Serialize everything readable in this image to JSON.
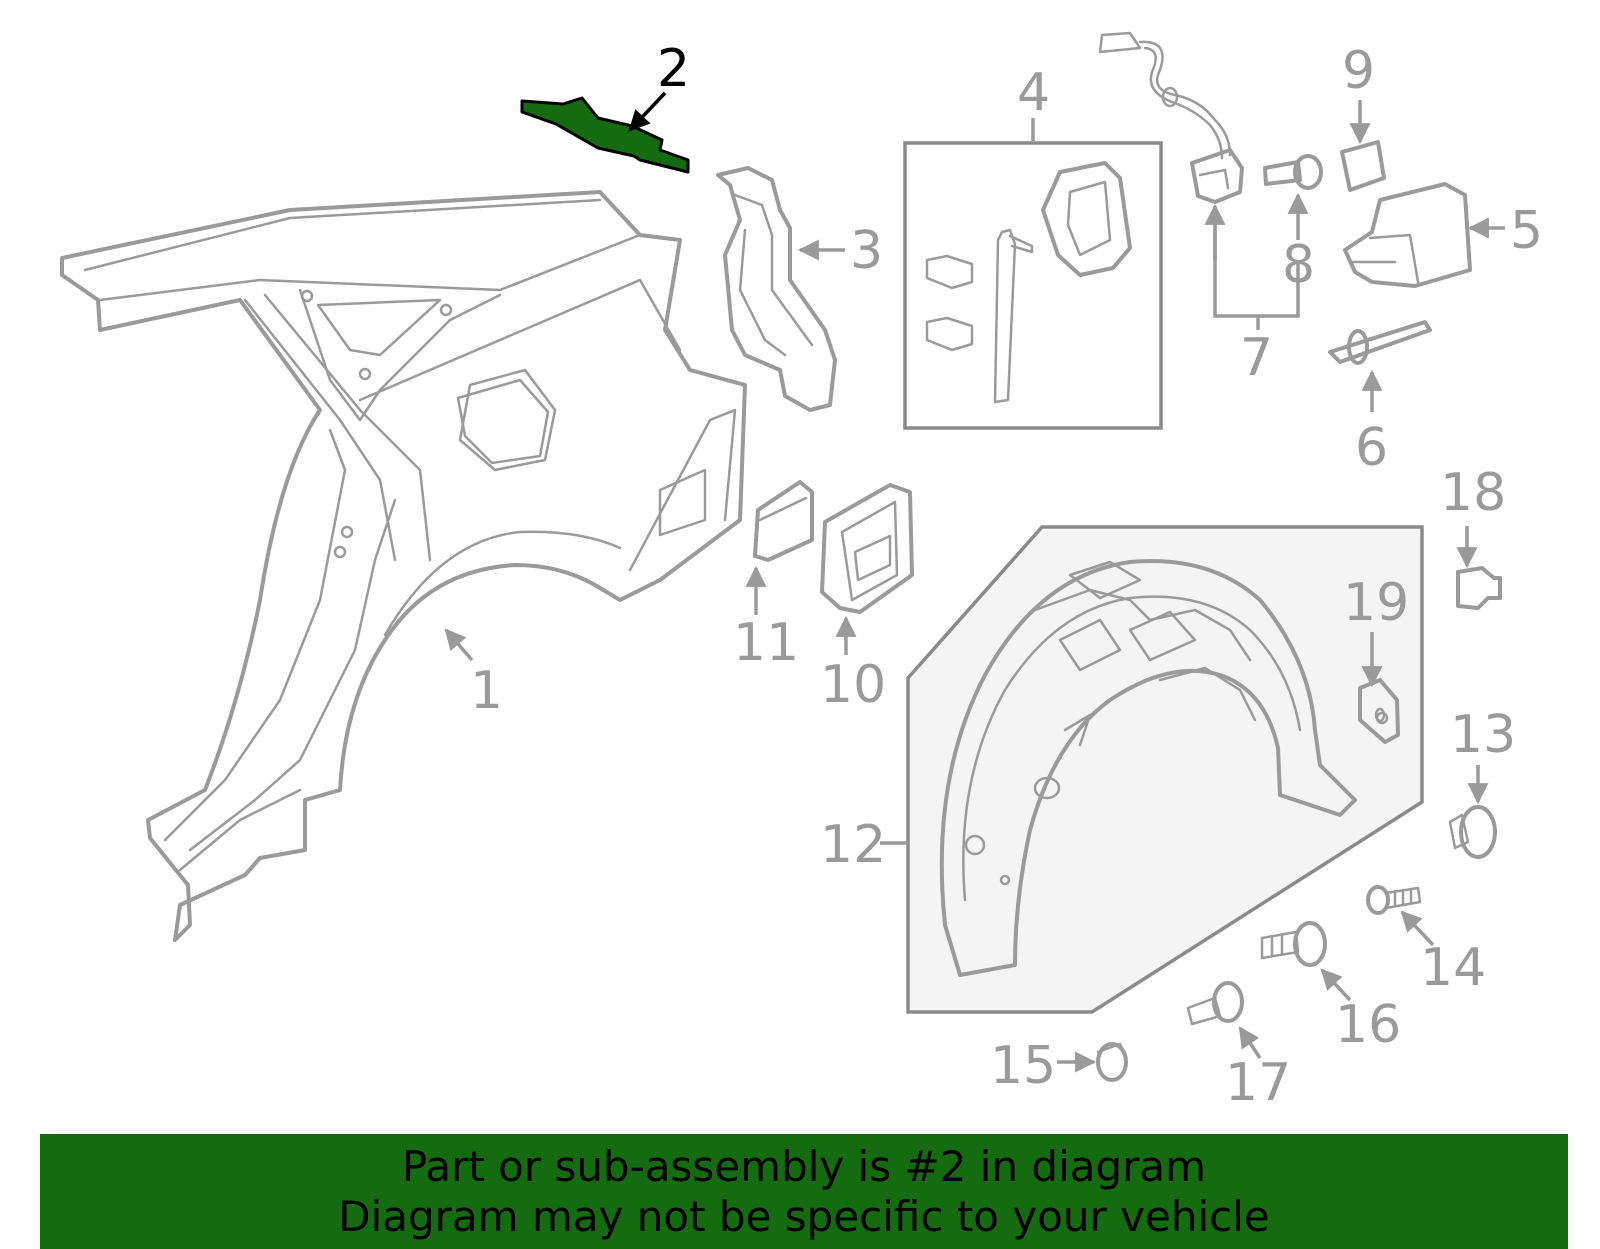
{
  "diagram": {
    "callouts": {
      "p1": "1",
      "p2": "2",
      "p3": "3",
      "p4": "4",
      "p5": "5",
      "p6": "6",
      "p7": "7",
      "p8": "8",
      "p9": "9",
      "p10": "10",
      "p11": "11",
      "p12": "12",
      "p13": "13",
      "p14": "14",
      "p15": "15",
      "p16": "16",
      "p17": "17",
      "p18": "18",
      "p19": "19"
    },
    "highlighted_part": "2",
    "highlight_color": "#156b0f",
    "line_color": "#9a9a9a"
  },
  "banner": {
    "line1": "Part or sub-assembly is #2 in diagram",
    "line2": "Diagram may not be specific to your vehicle",
    "background": "#156b0f"
  }
}
